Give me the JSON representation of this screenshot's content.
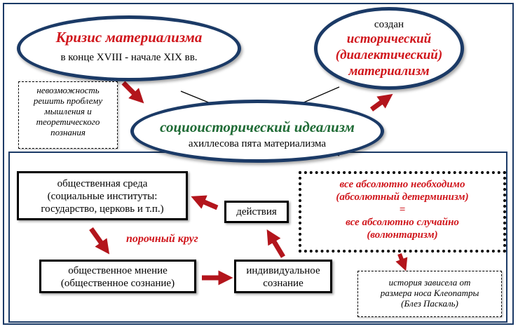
{
  "crisis": {
    "title": "Кризис материализма",
    "period": "в конце XVIII - начале XIX вв."
  },
  "created": {
    "intro": "создан",
    "line1": "исторический",
    "line2": "(диалектический)",
    "line3": "материализм"
  },
  "idealism": {
    "title": "социоисторический идеализм",
    "subtitle": "ахиллесова пята материализма"
  },
  "impossibility": {
    "line1": "невозможность",
    "line2": "решить проблему",
    "line3": "мышления и",
    "line4": "теоретического",
    "line5": "познания"
  },
  "social_env": {
    "line1": "общественная среда",
    "line2": "(социальные институты:",
    "line3": "государство, церковь и т.п.)"
  },
  "actions": {
    "label": "действия"
  },
  "vicious_circle": {
    "label": "порочный круг"
  },
  "public_opinion": {
    "line1": "общественное мнение",
    "line2": "(общественное сознание)"
  },
  "individual": {
    "line1": "индивидуальное",
    "line2": "сознание"
  },
  "determinism": {
    "line1": "все абсолютно необходимо",
    "line2": "(абсолютный детерминизм)",
    "line3": "=",
    "line4": "все абсолютно случайно",
    "line5": "(волюнтаризм)"
  },
  "pascal": {
    "line1": "история зависела от",
    "line2": "размера носа Клеопатры",
    "line3": "(Блез Паскаль)"
  },
  "colors": {
    "frame": "#1b3a66",
    "accent_red": "#d0161c",
    "accent_green": "#1f6b35",
    "arrow": "#b3151c"
  }
}
